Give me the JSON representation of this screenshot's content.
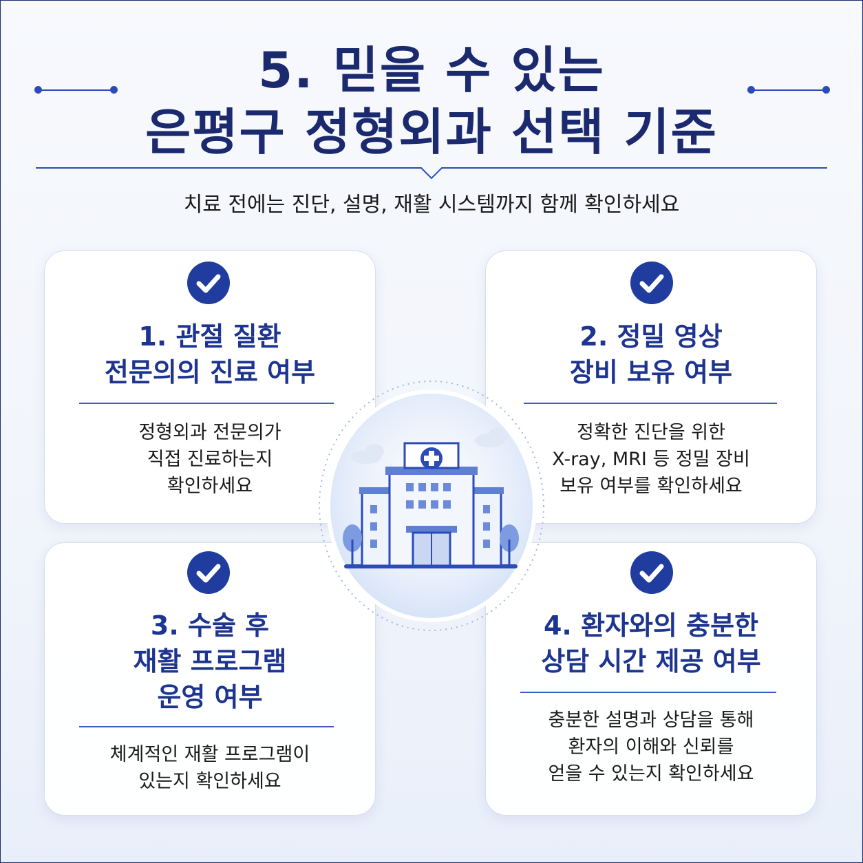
{
  "header": {
    "title_line1": "5. 믿을 수 있는",
    "title_line2": "은평구 정형외과 선택 기준",
    "subtitle": "치료 전에는 진단, 설명, 재활 시스템까지 함께 확인하세요"
  },
  "cards": [
    {
      "title_lines": [
        "1. 관절 질환",
        "전문의의 진료 여부"
      ],
      "desc_lines": [
        "정형외과 전문의가",
        "직접 진료하는지",
        "확인하세요"
      ]
    },
    {
      "title_lines": [
        "2. 정밀 영상",
        "장비 보유 여부"
      ],
      "desc_lines": [
        "정확한 진단을 위한",
        "X-ray, MRI 등 정밀 장비",
        "보유 여부를 확인하세요"
      ]
    },
    {
      "title_lines": [
        "3. 수술 후",
        "재활 프로그램",
        "운영 여부"
      ],
      "desc_lines": [
        "체계적인 재활 프로그램이",
        "있는지 확인하세요"
      ]
    },
    {
      "title_lines": [
        "4. 환자와의 충분한",
        "상담 시간 제공 여부"
      ],
      "desc_lines": [
        "충분한 설명과 상담을 통해",
        "환자의 이해와 신뢰를",
        "얻을 수 있는지 확인하세요"
      ]
    }
  ],
  "icons": {
    "check": "check-circle-icon",
    "center": "hospital-building-icon"
  },
  "colors": {
    "navy": "#1b2a6e",
    "accent_blue": "#2b4bb8",
    "check_blue": "#1f3c9e"
  }
}
